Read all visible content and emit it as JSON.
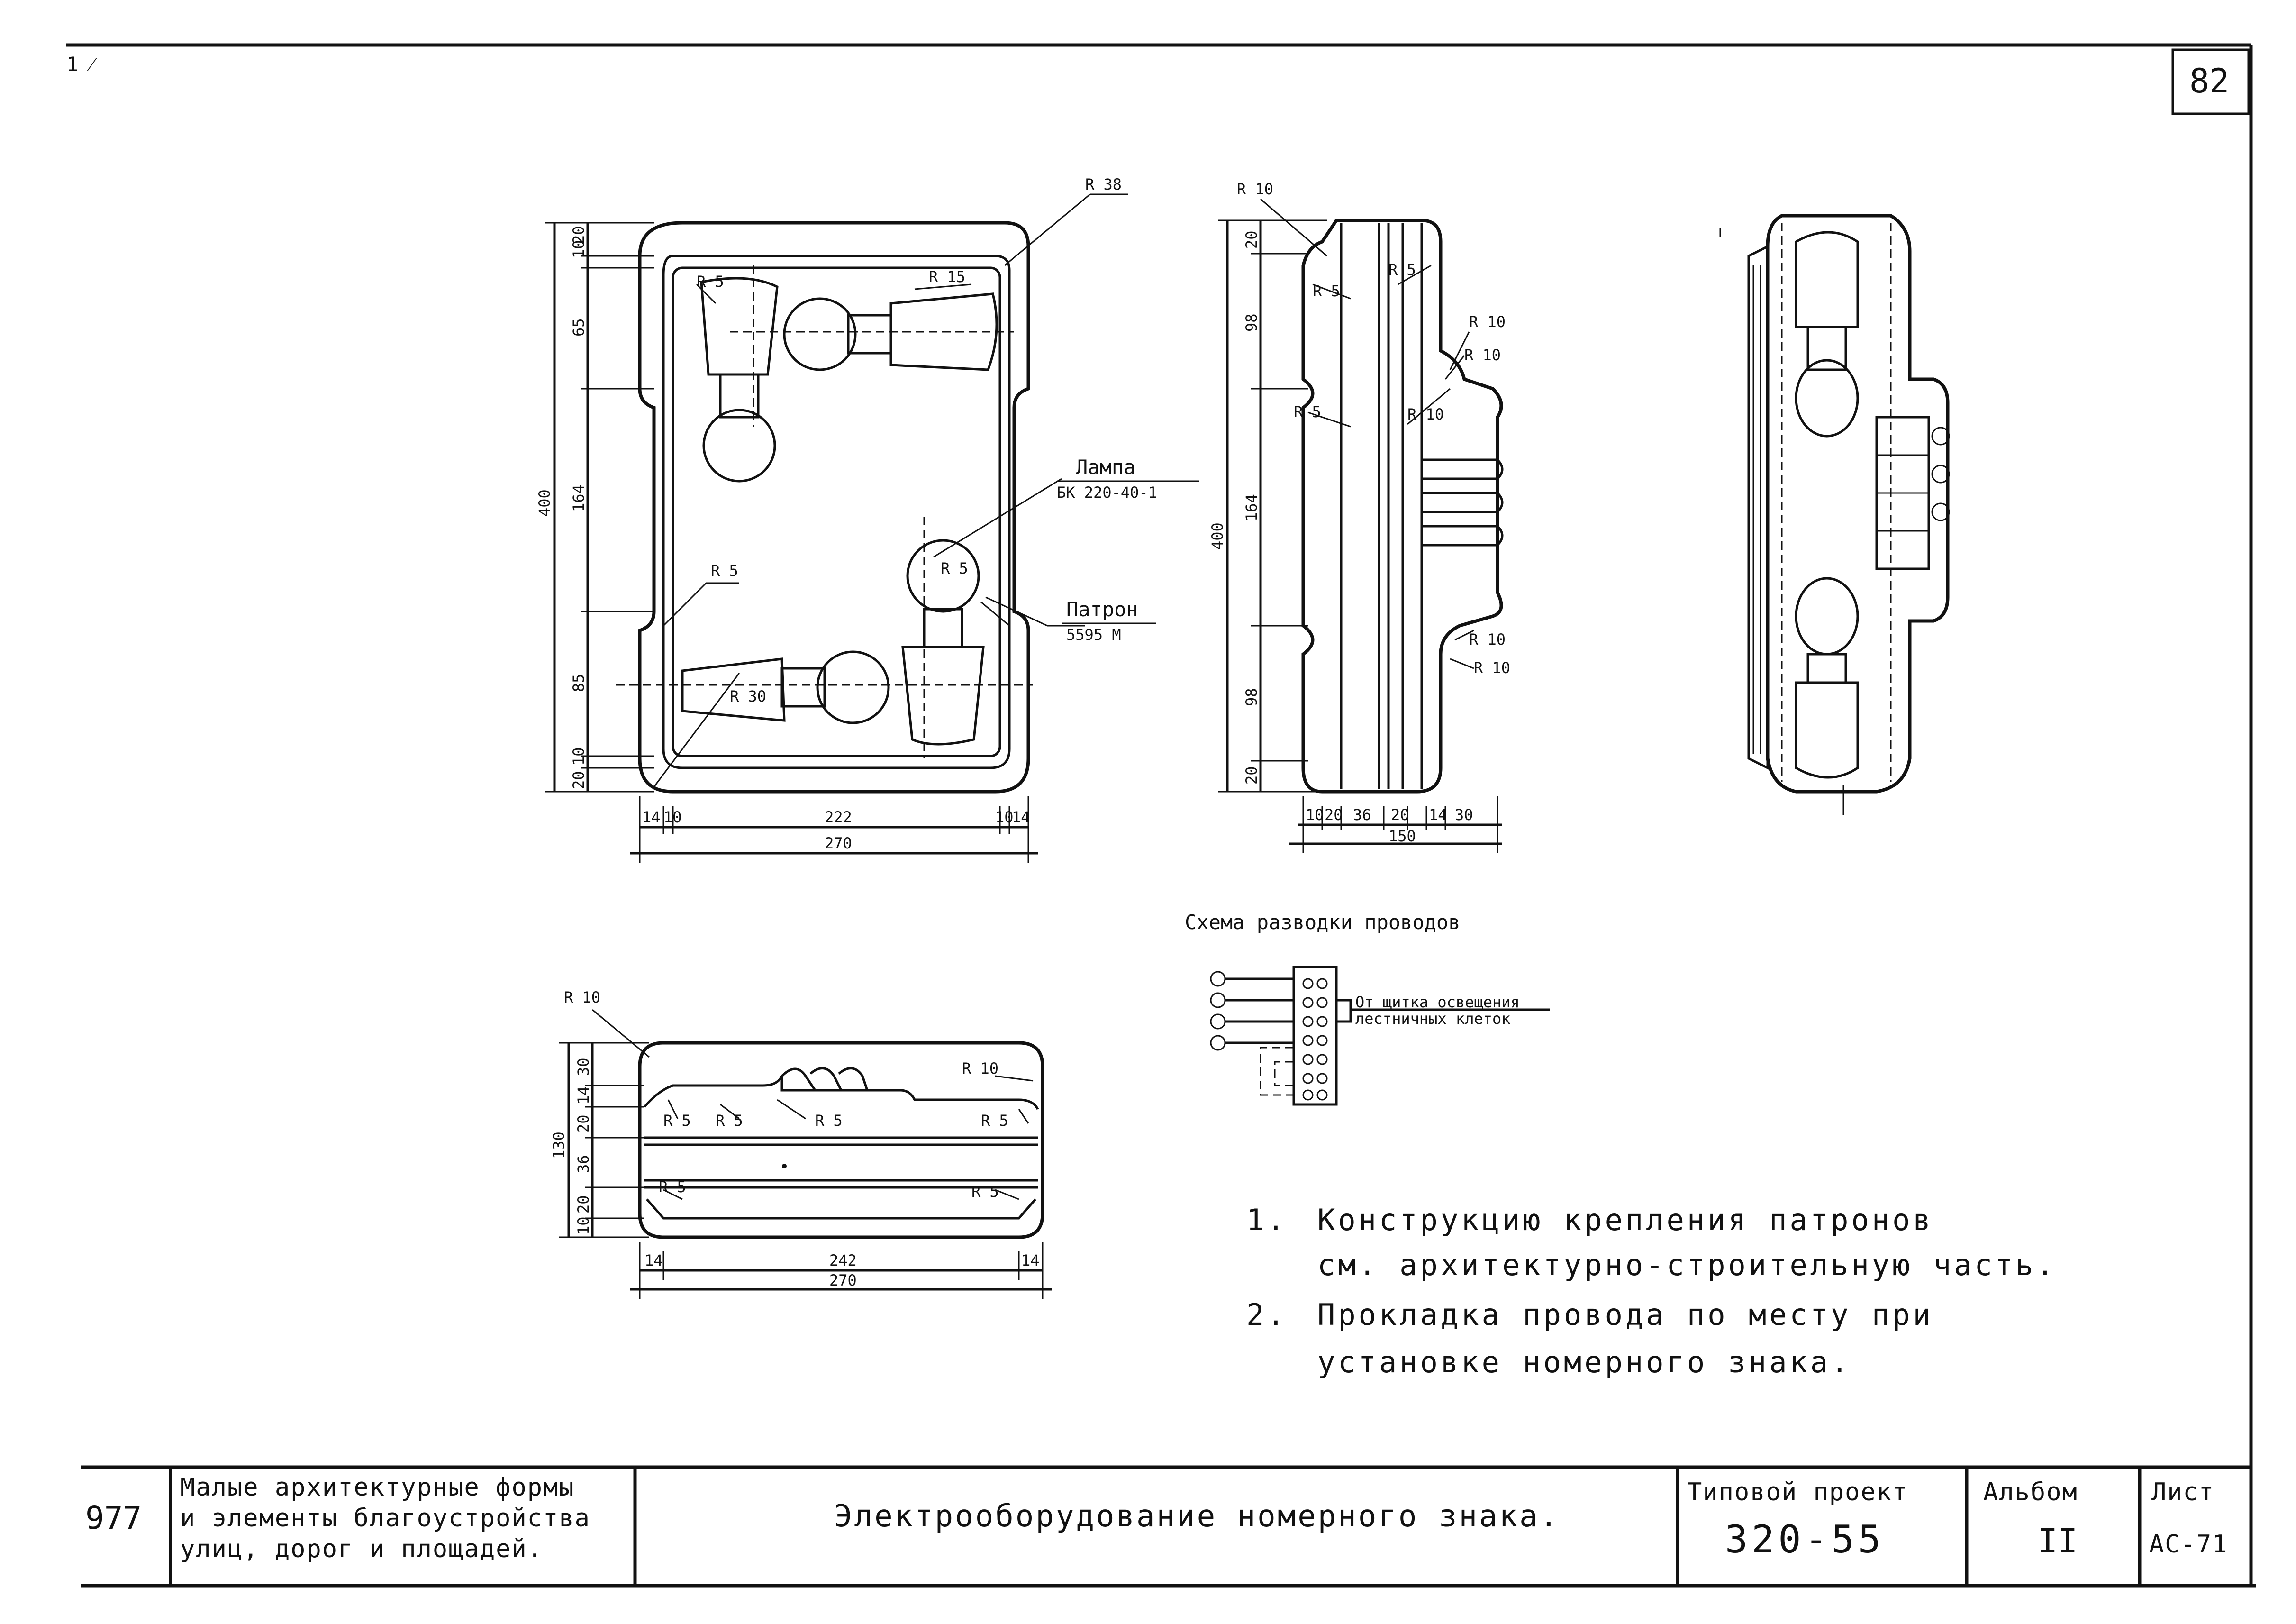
{
  "sheet_number": "82",
  "corner_mark": "1 ⁄",
  "front_view": {
    "radii": [
      "R 38",
      "R 15",
      "R 5",
      "R 5",
      "R 5",
      "R 30"
    ],
    "lamp_label": "Лампа",
    "lamp_type": "БК 220-40-1",
    "socket_label": "Патрон",
    "socket_type": "5595 М",
    "vertical_dims": [
      "400",
      "10",
      "20",
      "65",
      "164",
      "85",
      "20",
      "10"
    ],
    "horizontal_dims": [
      "14",
      "10",
      "222",
      "10",
      "14",
      "270"
    ]
  },
  "side_view": {
    "radii": [
      "R 10",
      "R 5",
      "R 5",
      "R 10",
      "R 10",
      "R 5",
      "R 10",
      "R 10",
      "R 10"
    ],
    "vertical_dims": [
      "400",
      "20",
      "98",
      "164",
      "98",
      "20"
    ],
    "horizontal_dims": [
      "10",
      "20",
      "36",
      "20",
      "14",
      "30",
      "150"
    ]
  },
  "top_view": {
    "radii": [
      "R 10",
      "R 10",
      "R 5",
      "R 5",
      "R 5",
      "R 5",
      "R 5",
      "R 5"
    ],
    "vertical_dims": [
      "130",
      "30",
      "14",
      "20",
      "36",
      "20",
      "10"
    ],
    "horizontal_dims": [
      "14",
      "242",
      "14",
      "270"
    ]
  },
  "wiring": {
    "title": "Схема разводки проводов",
    "label_line1": "От щитка освещения",
    "label_line2": "лестничных клеток"
  },
  "notes": [
    {
      "num": "1.",
      "lines": [
        "Конструкцию крепления патронов",
        "см. архитектурно-строительную часть."
      ]
    },
    {
      "num": "2.",
      "lines": [
        "Прокладка провода по месту при",
        "установке номерного знака."
      ]
    }
  ],
  "title_block": {
    "code": "977",
    "section_lines": [
      "Малые архитектурные формы",
      "и элементы благоустройства",
      "улиц, дорог и площадей."
    ],
    "drawing_title": "Электрооборудование номерного знака.",
    "project_label": "Типовой проект",
    "project_number": "320-55",
    "album_label": "Альбом",
    "album_number": "II",
    "sheet_label": "Лист",
    "sheet_code": "АС-71"
  }
}
